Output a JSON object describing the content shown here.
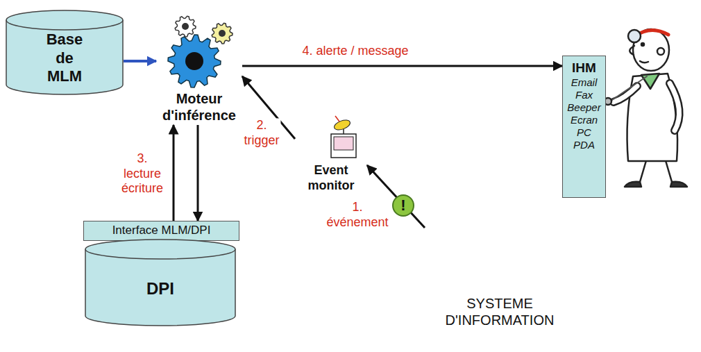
{
  "diagram": {
    "nodes": [
      {
        "text": [
          "Base de MLM"
        ]
      },
      {
        "text": [
          "Moteur d'inférence"
        ]
      },
      {
        "text": [
          "Event monitor"
        ]
      },
      {
        "text": [
          "SYSTEME D'INFORMATION"
        ]
      },
      {
        "text": [
          "IHM",
          "Email Fax Beeper Ecran PC PDA"
        ],
        "in": 3
      },
      {
        "text": [
          "Interface MLM/DPI"
        ],
        "in": 3
      },
      {
        "text": [
          "DPI"
        ],
        "in": 3
      }
    ],
    "edges": [
      {
        "from": 0,
        "to": 1,
        "arrow": "to"
      },
      {
        "from": 3,
        "to": 2,
        "label": "1. événement",
        "arrow": "to"
      },
      {
        "from": 2,
        "to": 1,
        "label": "2. trigger",
        "arrow": "to"
      },
      {
        "from": 5,
        "to": 1,
        "label": "3. lecture écriture",
        "arrow": "to"
      },
      {
        "from": 1,
        "to": 5,
        "arrow": "to"
      },
      {
        "from": 1,
        "to": 4,
        "label": "4. alerte / message",
        "arrow": "to"
      }
    ],
    "labels": [
      "!"
    ]
  }
}
